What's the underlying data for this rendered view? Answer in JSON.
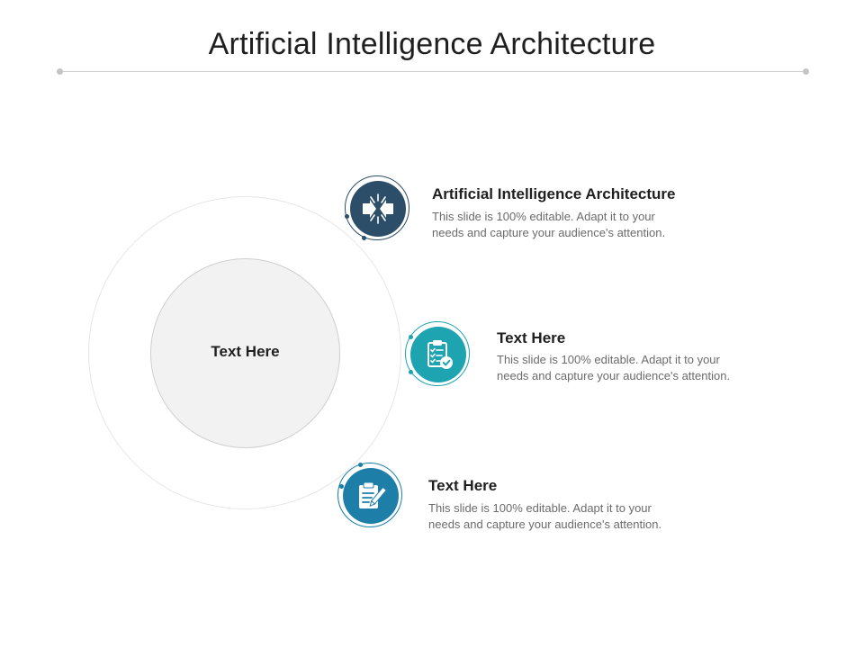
{
  "slide": {
    "title": "Artificial Intelligence Architecture",
    "center_label": "Text Here"
  },
  "items": [
    {
      "title": "Artificial Intelligence Architecture",
      "desc_line1": "This slide is 100% editable. Adapt it to your",
      "desc_line2": "needs and capture your audience's attention.",
      "icon": "converging-arrows-icon",
      "color": "#2d4e68"
    },
    {
      "title": "Text Here",
      "desc_line1": "This slide is 100% editable. Adapt it to your",
      "desc_line2": "needs and capture your audience's attention.",
      "icon": "clipboard-checklist-icon",
      "color": "#1ea3b0"
    },
    {
      "title": "Text Here",
      "desc_line1": "This slide is 100% editable. Adapt it to your",
      "desc_line2": "needs and capture your audience's attention.",
      "icon": "clipboard-pencil-icon",
      "color": "#1d7fa8"
    }
  ]
}
